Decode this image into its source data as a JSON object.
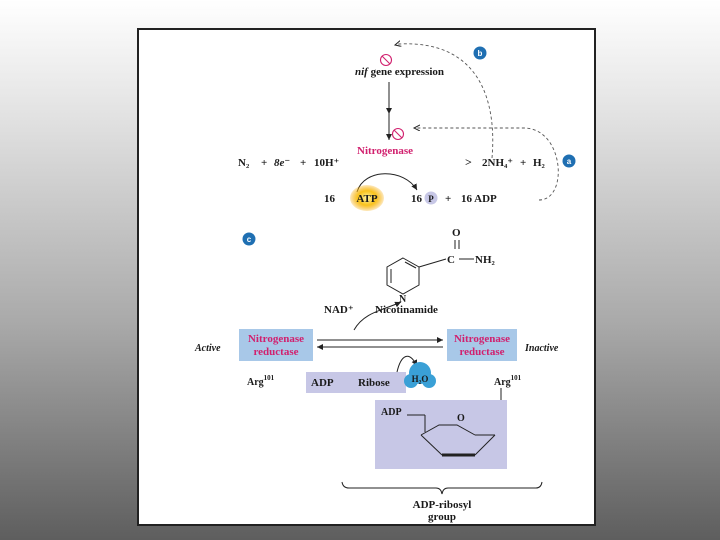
{
  "panel_a": {
    "badge": "a",
    "enzyme": "Nitrogenase",
    "reactant_n2": "N₂",
    "plus1": "+",
    "electrons": "8e⁻",
    "plus2": "+",
    "protons": "10H⁺",
    "product_nh4": "2NH₄⁺",
    "plus3": "+",
    "product_h2": "H₂",
    "atp_coef": "16",
    "atp": "ATP",
    "pi_coef": "16",
    "pi": "P",
    "plus4": "+",
    "adp": "16 ADP"
  },
  "panel_b": {
    "badge": "b",
    "gene_italic": "nif",
    "gene_rest": " gene expression"
  },
  "panel_c": {
    "badge": "c",
    "amide_o": "O",
    "amide_c": "C",
    "amide_nh2": "NH₂",
    "ring_n": "N",
    "nad": "NAD⁺",
    "nicotinamide": "Nicotinamide",
    "active_label": "Active",
    "inactive_label": "Inactive",
    "active_enzyme_line1": "Nitrogenase",
    "active_enzyme_line2": "reductase",
    "inactive_enzyme_line1": "Nitrogenase",
    "inactive_enzyme_line2": "reductase",
    "arg_left_base": "Arg",
    "arg_left_sup": "101",
    "arg_right_base": "Arg",
    "arg_right_sup": "101",
    "adp_chip": "ADP",
    "ribose_chip": "Ribose",
    "water": "H₂O",
    "adp_sugar": "ADP",
    "sugar_o": "O",
    "group_line1": "ADP-ribosyl",
    "group_line2": "group"
  },
  "colors": {
    "magenta": "#d1206e",
    "lavender": "#c7c7e6",
    "enzyme_box": "#a8c8e8",
    "badge": "#1f6fb2",
    "atp_glow": "#f7a800",
    "water_blue": "#3aa0d6"
  }
}
